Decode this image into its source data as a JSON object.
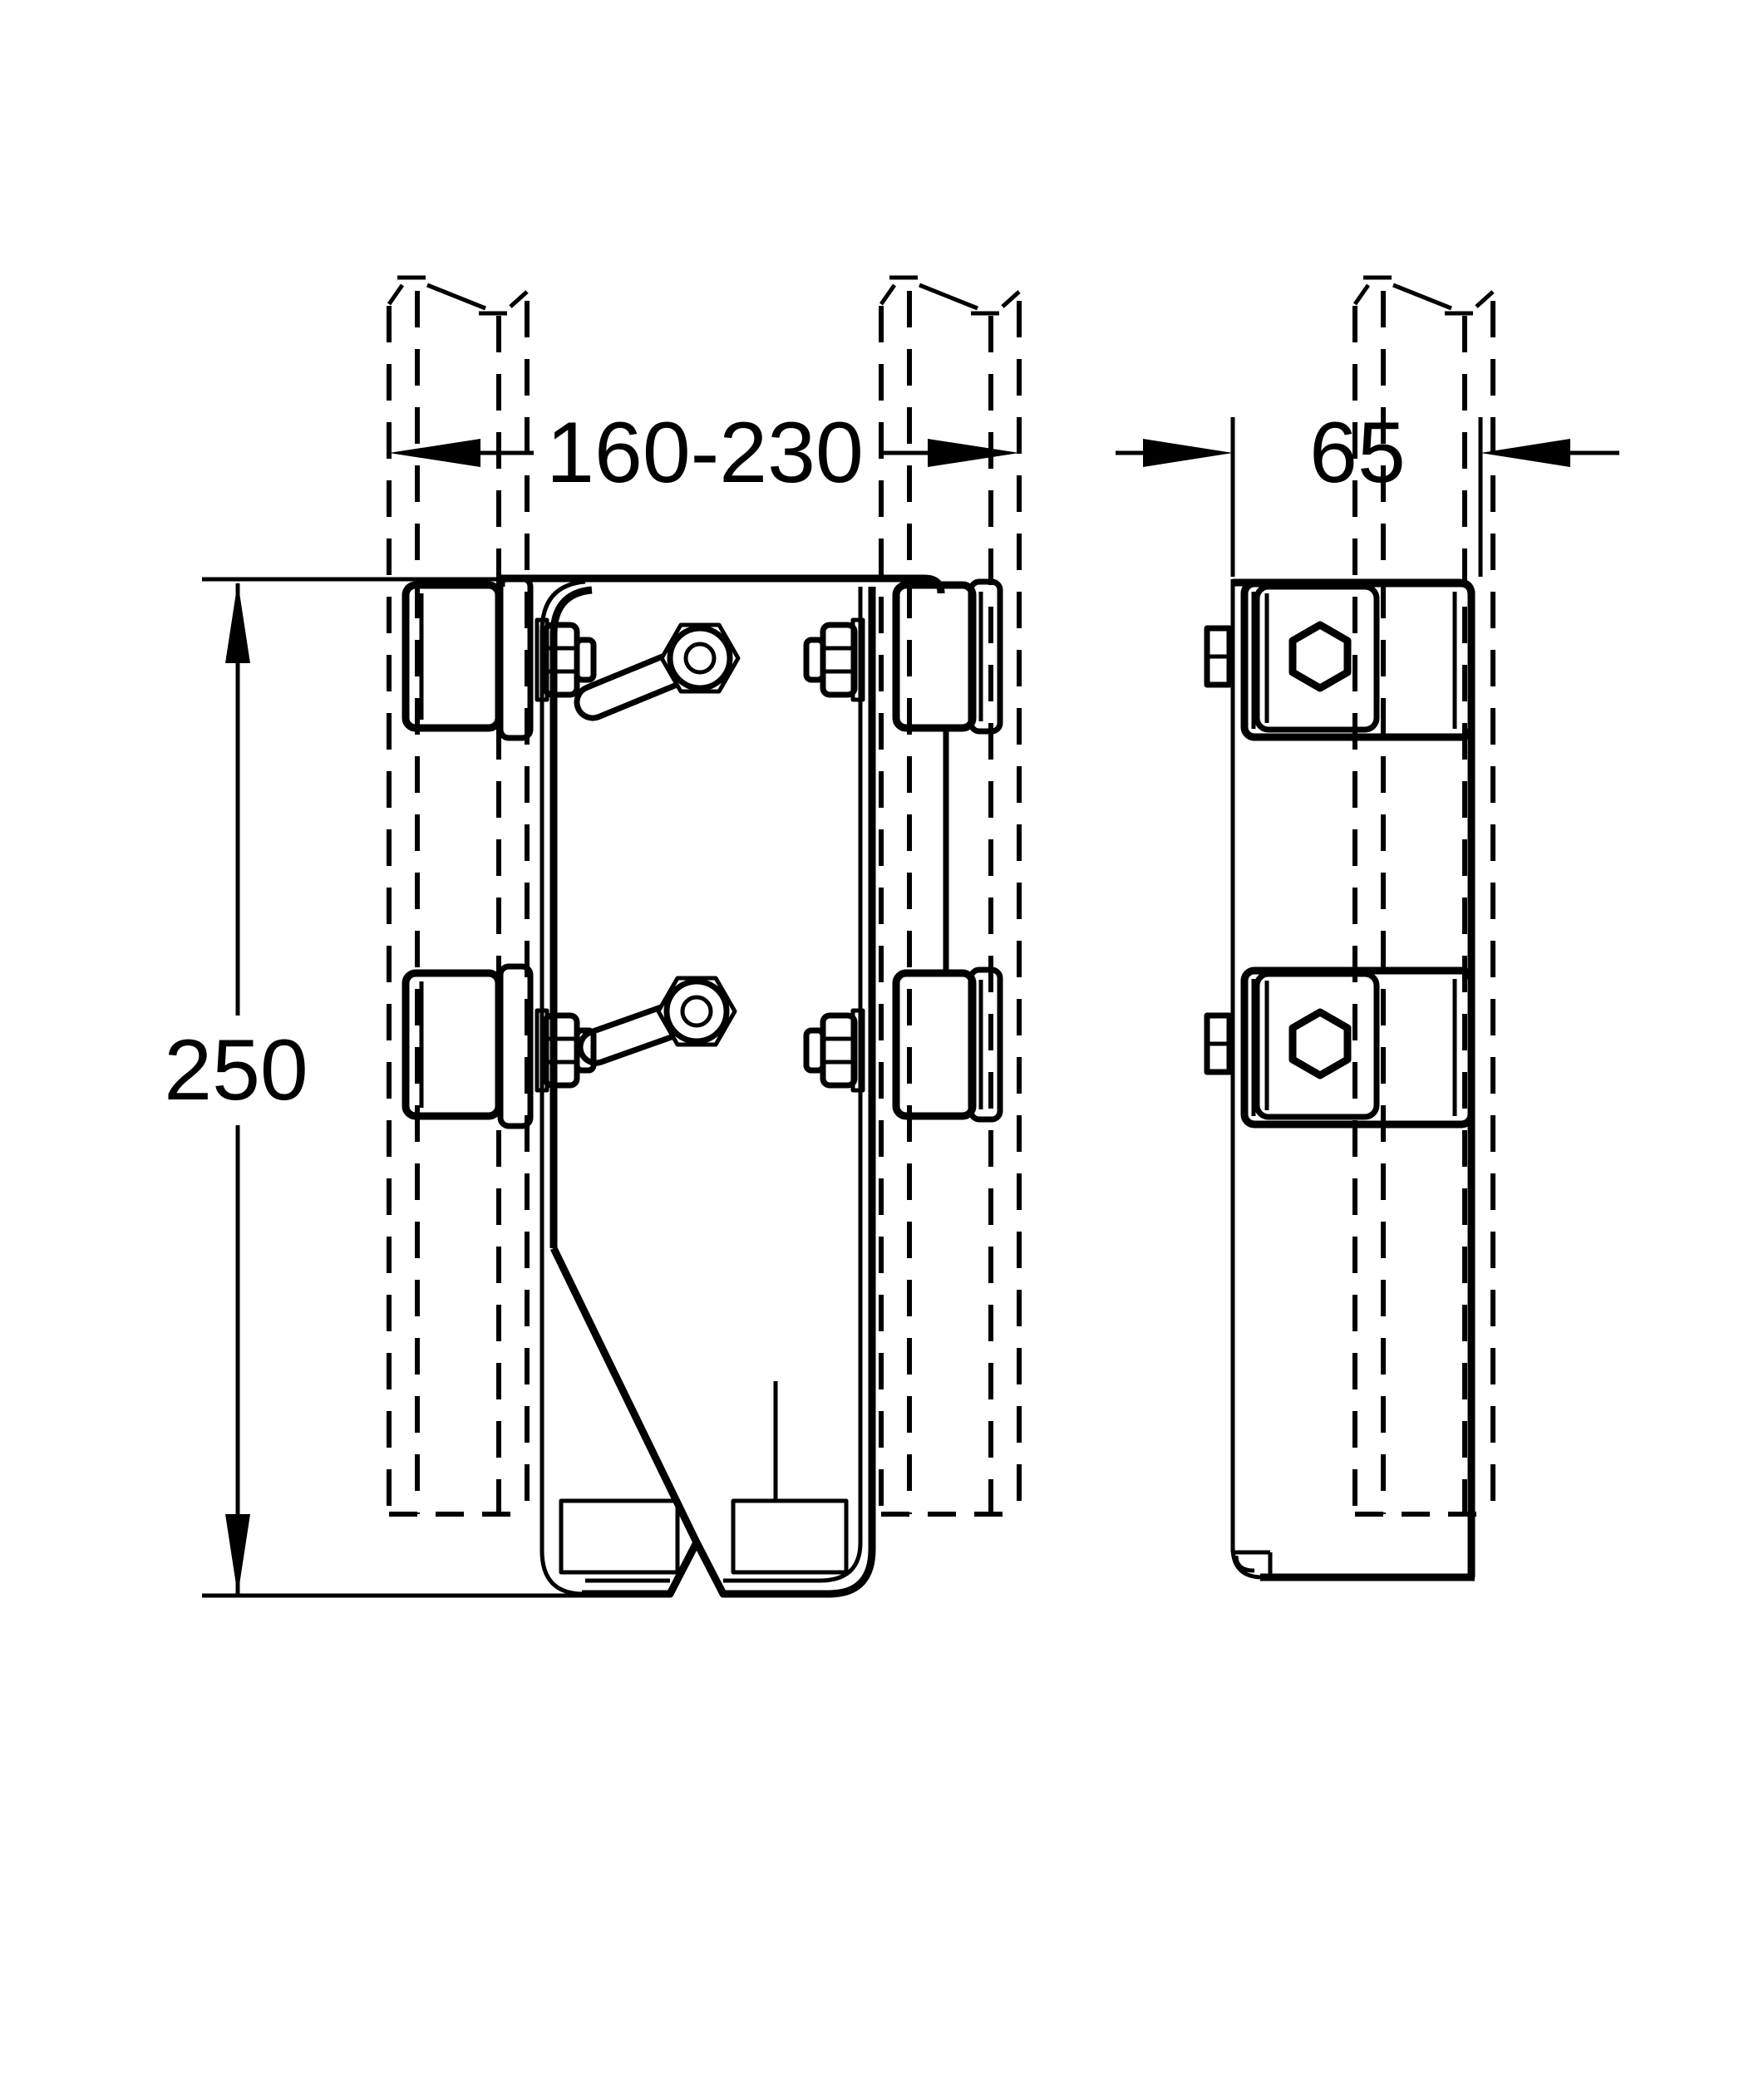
{
  "page": {
    "background": "#ffffff",
    "line_color": "#000000"
  },
  "drawing": {
    "type": "technical-dimension-drawing",
    "description": "Mounting bracket with rail clamps, front view and side view, shown on dashed (hidden) vertical frame rails",
    "views": [
      {
        "name": "front-view"
      },
      {
        "name": "side-view"
      }
    ],
    "dimensions": {
      "width_range": {
        "label": "160-230"
      },
      "depth": {
        "label": "65"
      },
      "height": {
        "label": "250"
      }
    }
  }
}
